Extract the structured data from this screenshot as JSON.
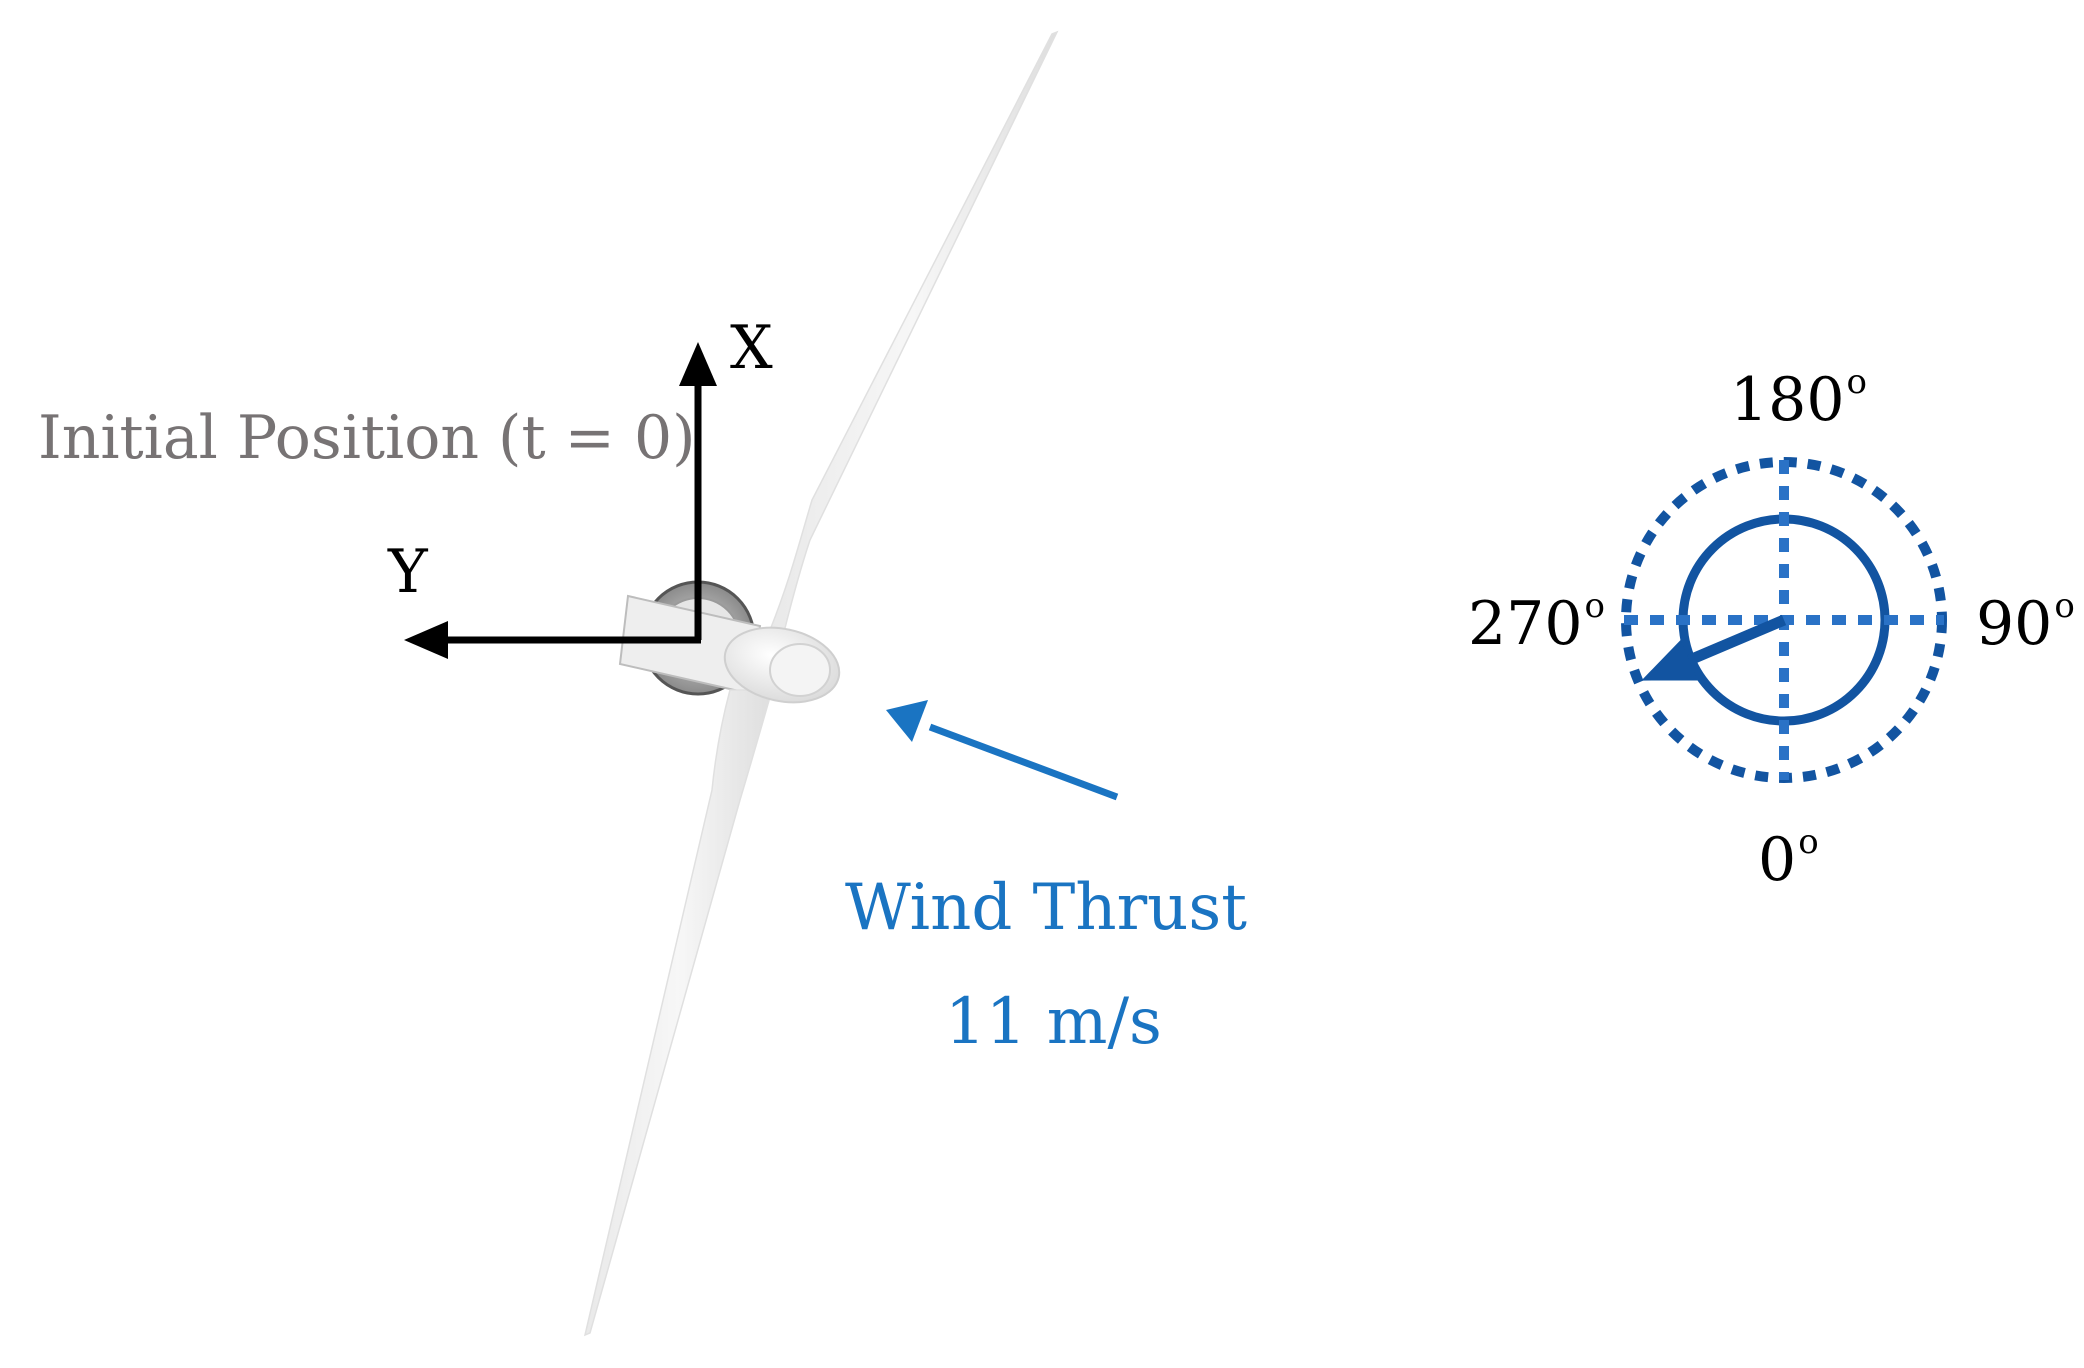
{
  "labels": {
    "initial_position": "Initial Position (t = 0)",
    "axis_x": "X",
    "axis_y": "Y",
    "wind_title": "Wind Thrust",
    "wind_speed": "11 m/s"
  },
  "compass": {
    "deg_180": "180",
    "deg_270": "270",
    "deg_90": "90",
    "deg_0": "0",
    "degree_symbol": "o",
    "wind_direction_deg": 293
  },
  "colors": {
    "wind_arrow": "#1a74c2",
    "compass_dark": "#1254a1",
    "compass_dotted": "#2a72c6",
    "axes": "#000000",
    "initial_label": "#777374"
  }
}
